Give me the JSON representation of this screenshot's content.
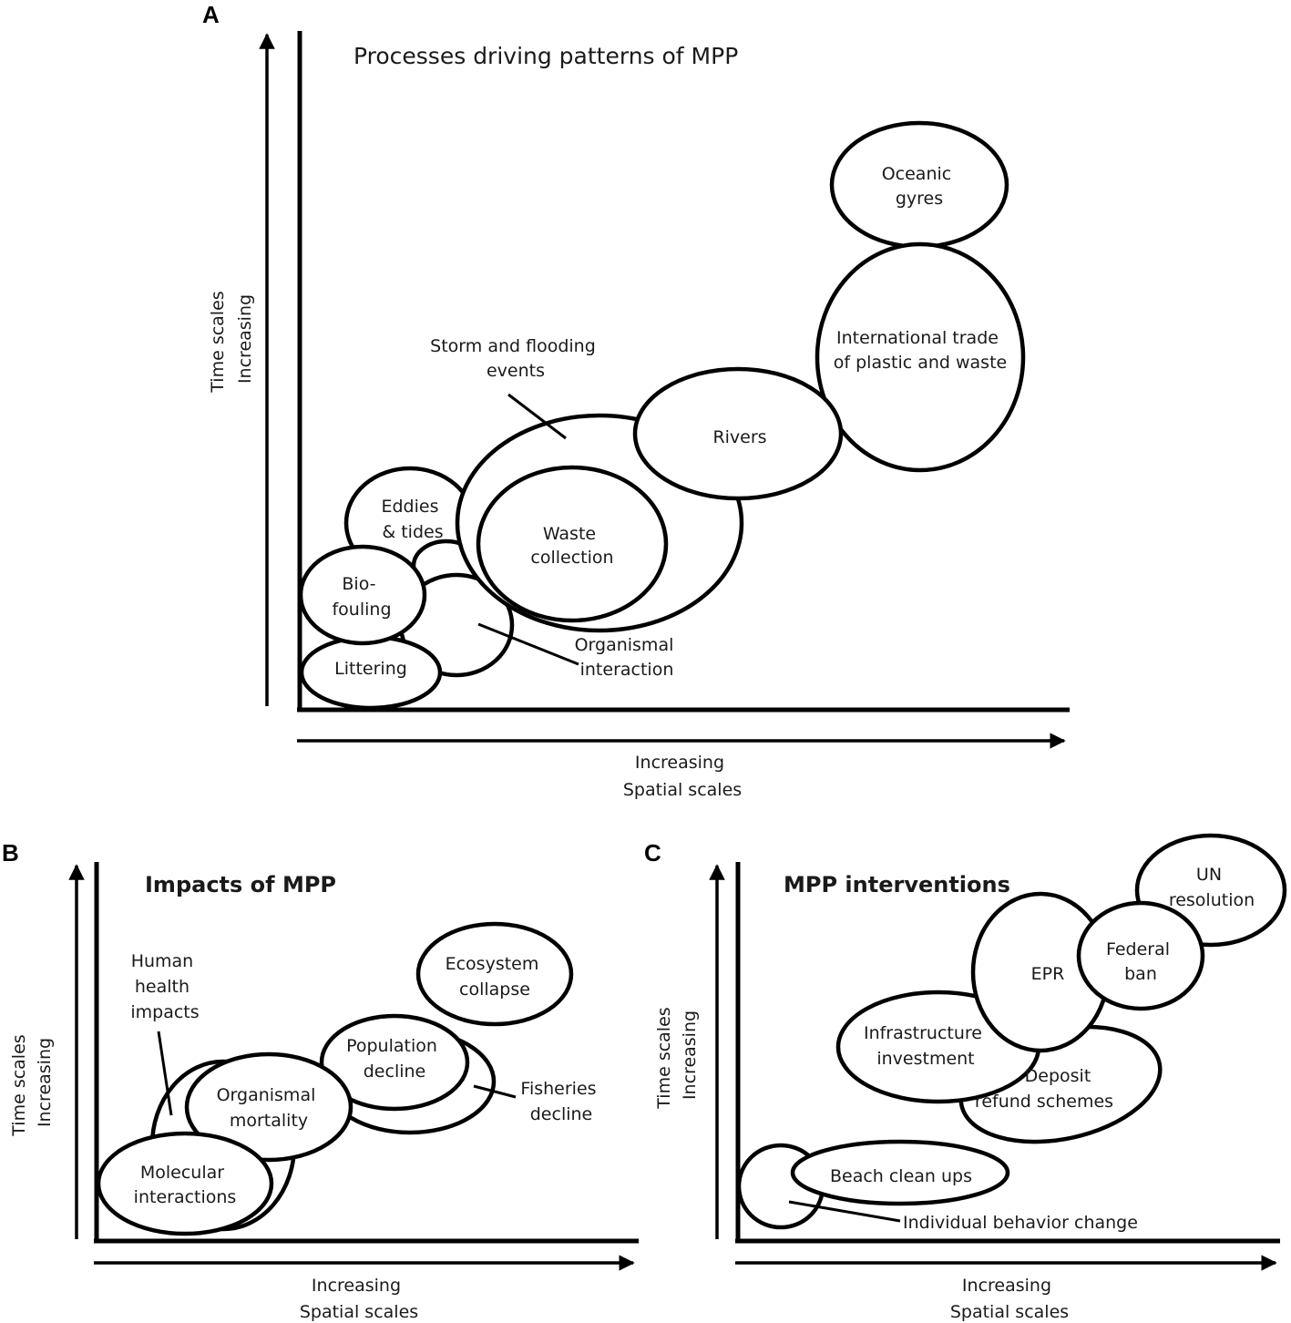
{
  "panels": {
    "a": {
      "letter": "A",
      "title": "Processes driving patterns of MPP",
      "x_axis": [
        "Increasing",
        "Spatial scales"
      ],
      "y_axis": [
        "Time scales",
        "Increasing"
      ],
      "items": {
        "oceanic_gyres": [
          "Oceanic",
          "gyres"
        ],
        "international_trade": [
          "International trade",
          "of plastic and waste"
        ],
        "storm_flooding": [
          "Storm and flooding",
          "events"
        ],
        "rivers": [
          "Rivers"
        ],
        "eddies_tides": [
          "Eddies",
          "& tides"
        ],
        "waste_collection": [
          "Waste",
          "collection"
        ],
        "biofouling": [
          "Bio-",
          "fouling"
        ],
        "littering": [
          "Littering"
        ],
        "organismal_interaction": [
          "Organismal",
          "interaction"
        ]
      }
    },
    "b": {
      "letter": "B",
      "title": "Impacts of MPP",
      "x_axis": [
        "Increasing",
        "Spatial scales"
      ],
      "y_axis": [
        "Time scales",
        "Increasing"
      ],
      "items": {
        "ecosystem_collapse": [
          "Ecosystem",
          "collapse"
        ],
        "human_health": [
          "Human",
          "health",
          "impacts"
        ],
        "population_decline": [
          "Population",
          "decline"
        ],
        "fisheries_decline": [
          "Fisheries",
          "decline"
        ],
        "organismal_mortality": [
          "Organismal",
          "mortality"
        ],
        "molecular_interactions": [
          "Molecular",
          "interactions"
        ]
      }
    },
    "c": {
      "letter": "C",
      "title": "MPP interventions",
      "x_axis": [
        "Increasing",
        "Spatial scales"
      ],
      "y_axis": [
        "Time scales",
        "Increasing"
      ],
      "items": {
        "un_resolution": [
          "UN",
          "resolution"
        ],
        "federal_ban": [
          "Federal",
          "ban"
        ],
        "epr": [
          "EPR"
        ],
        "infrastructure": [
          "Infrastructure",
          "investment"
        ],
        "deposit_refund": [
          "Deposit",
          "refund schemes"
        ],
        "beach_cleanups": [
          "Beach clean ups"
        ],
        "individual_behavior": [
          "Individual behavior change"
        ]
      }
    }
  }
}
